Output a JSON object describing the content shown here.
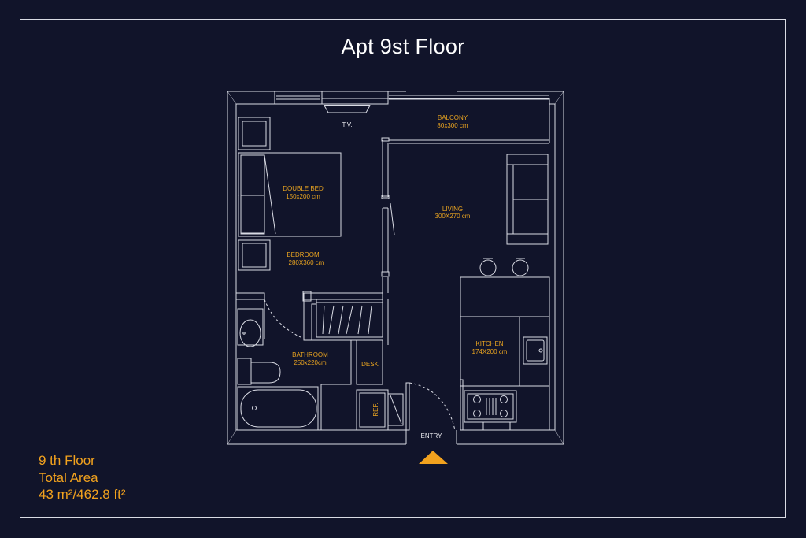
{
  "title": "Apt 9st Floor",
  "info": {
    "floor": "9 th Floor",
    "area_label": "Total Area",
    "area_value": "43 m²/462.8 ft²"
  },
  "rooms": {
    "tv": "T.V.",
    "balcony_name": "BALCONY",
    "balcony_size": "80x300 cm",
    "bed_name": "DOUBLE BED",
    "bed_size": "150x200 cm",
    "living_name": "LIVING",
    "living_size": "300X270 cm",
    "bedroom_name": "BEDROOM",
    "bedroom_size": "280X360 cm",
    "bathroom_name": "BATHROOM",
    "bathroom_size": "250x220cm",
    "desk": "DESK",
    "kitchen_name": "KITCHEN",
    "kitchen_size": "174X200 cm",
    "ref": "REF.",
    "entry": "ENTRY"
  },
  "colors": {
    "background": "#11142a",
    "lines": "#d9dbe4",
    "accent": "#f2a21e"
  }
}
